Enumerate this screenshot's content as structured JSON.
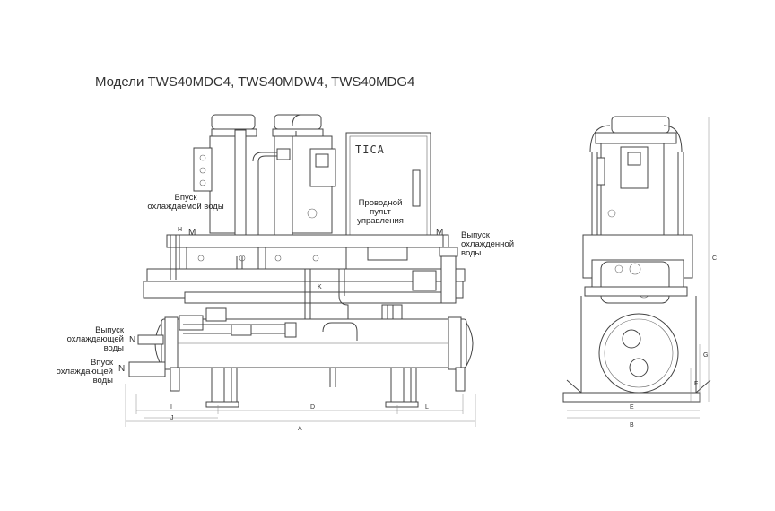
{
  "title": "Модели TWS40MDC4, TWS40MDW4, TWS40MDG4",
  "labels": {
    "chilled_in": "Впуск охлаждаемой воды",
    "chilled_out": "Выпуск охлажденной воды",
    "cooling_out": "Выпуск охлаждающей воды",
    "cooling_in": "Впуск охлаждающей воды",
    "panel": "Проводной пульт управления",
    "brand": "TICA"
  },
  "markers": {
    "H": "H",
    "M_left": "M",
    "M_right": "M",
    "N1": "N",
    "N2": "N",
    "K": "K"
  },
  "dimensions_front": {
    "A": "A",
    "D": "D",
    "I": "I",
    "J": "J",
    "L": "L"
  },
  "dimensions_side": {
    "B": "B",
    "E": "E",
    "C": "C",
    "F": "F",
    "G": "G"
  }
}
